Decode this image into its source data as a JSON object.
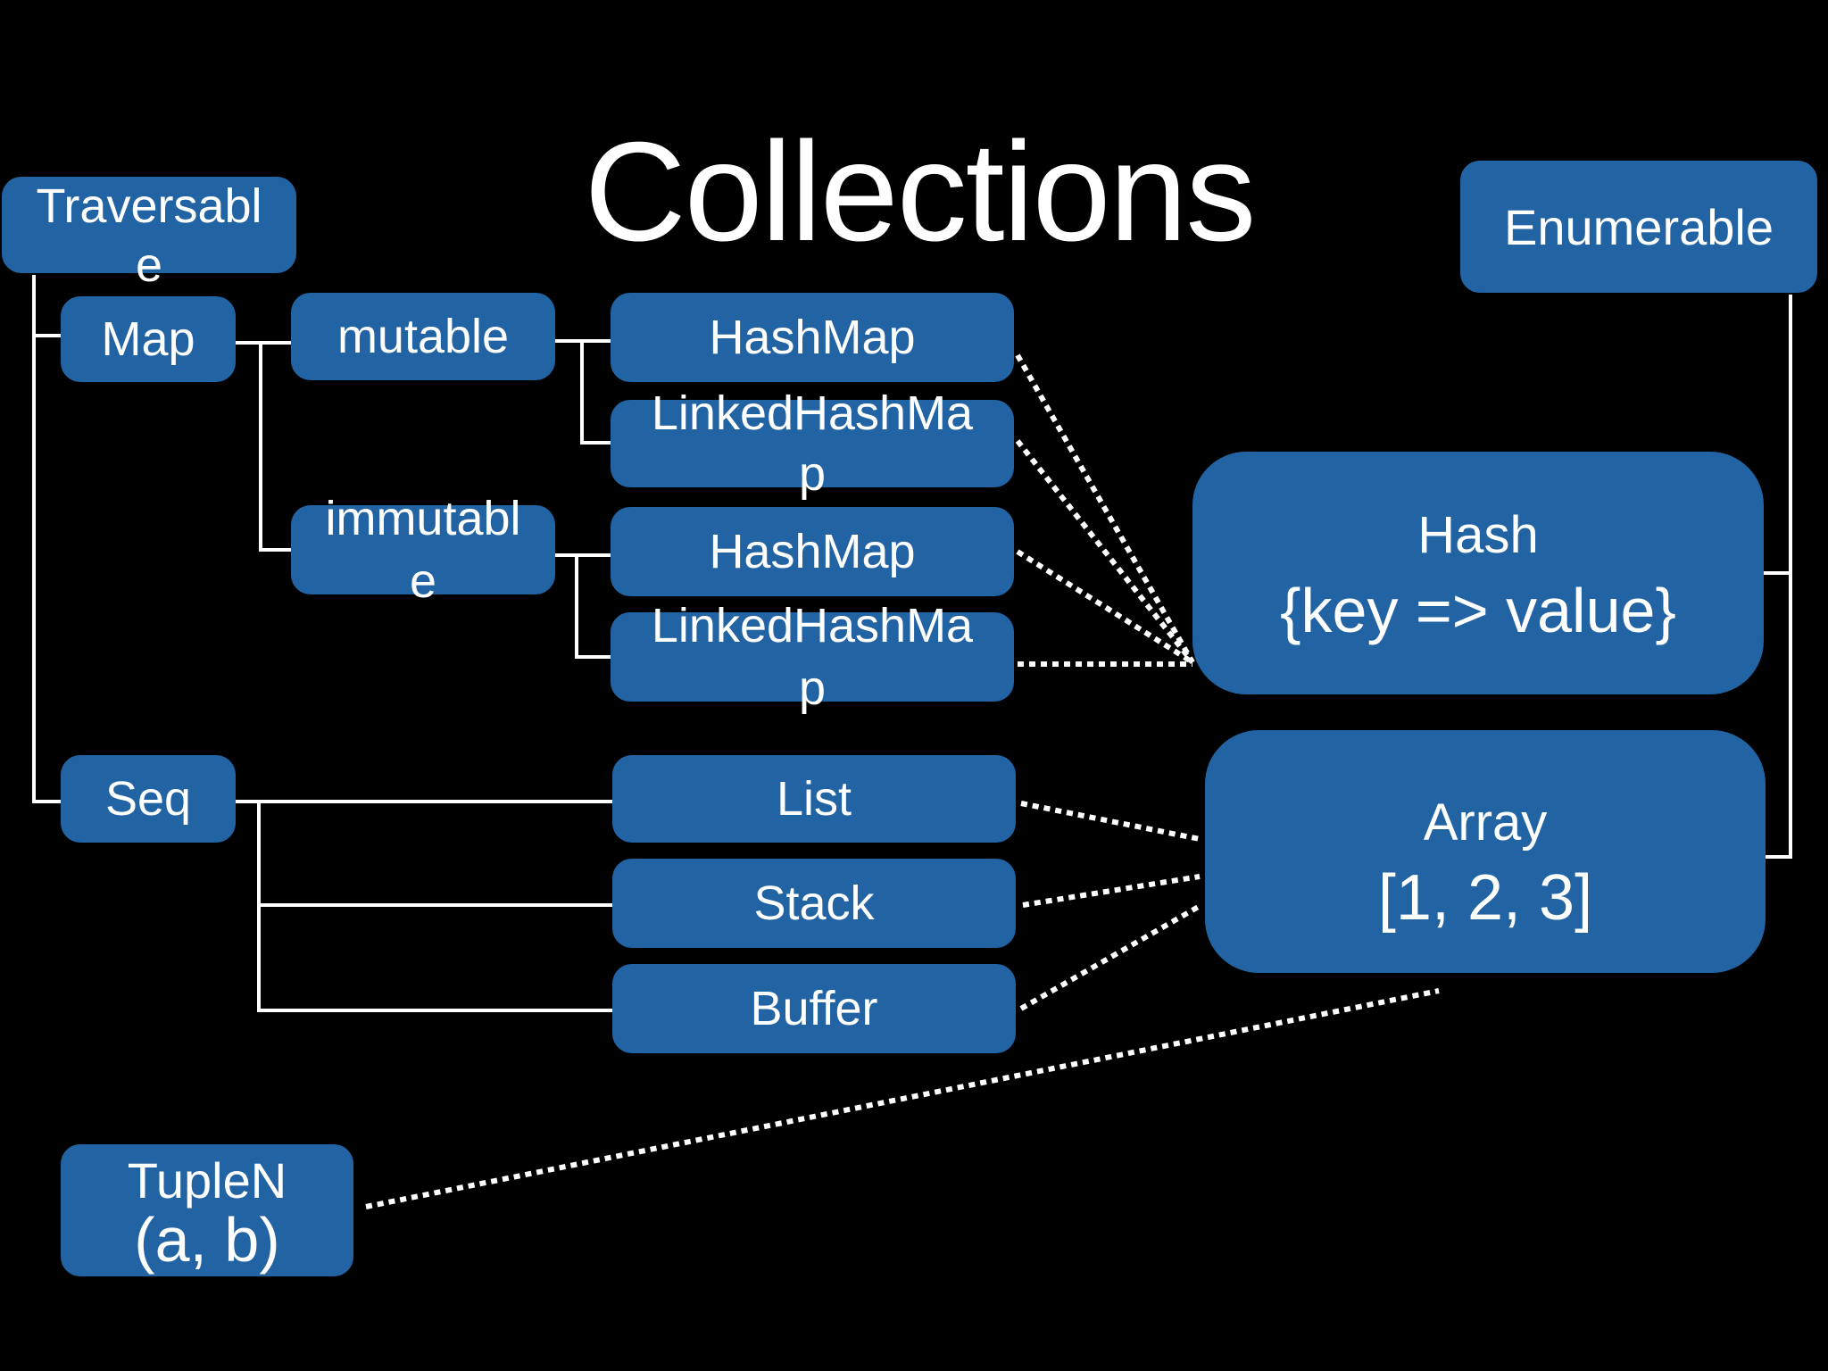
{
  "title": "Collections",
  "nodes": {
    "traversable": [
      "Traversabl",
      "e"
    ],
    "map": "Map",
    "mutable": "mutable",
    "immutable": [
      "immutabl",
      "e"
    ],
    "mutable_hashmap": "HashMap",
    "mutable_linkedhashmap": [
      "LinkedHashMa",
      "p"
    ],
    "immutable_hashmap": "HashMap",
    "immutable_linkedhashmap": [
      "LinkedHashMa",
      "p"
    ],
    "seq": "Seq",
    "list": "List",
    "stack": "Stack",
    "buffer": "Buffer",
    "tuple": [
      "TupleN",
      "(a, b)"
    ],
    "enumerable": "Enumerable",
    "hash": [
      "Hash",
      "{key => value}"
    ],
    "array": [
      "Array",
      "[1, 2, 3]"
    ]
  },
  "colors": {
    "background": "#000000",
    "box_fill": "#2263a4",
    "text": "#ffffff",
    "connector": "#ffffff"
  }
}
